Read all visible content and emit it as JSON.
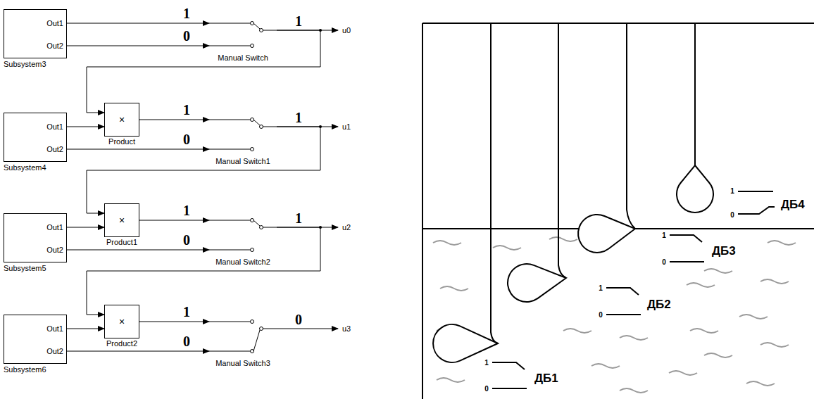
{
  "diagram": {
    "nodes": [
      {
        "text": [
          "Out1",
          "Out2",
          "Subsystem3"
        ]
      },
      {
        "text": [
          "Manual Switch"
        ]
      },
      {
        "text": [
          "Out1",
          "Out2",
          "Subsystem4"
        ]
      },
      {
        "text": [
          "×",
          "Product"
        ]
      },
      {
        "text": [
          "Manual Switch1"
        ]
      },
      {
        "text": [
          "Out1",
          "Out2",
          "Subsystem5"
        ]
      },
      {
        "text": [
          "×",
          "Product1"
        ]
      },
      {
        "text": [
          "Manual Switch2"
        ]
      },
      {
        "text": [
          "Out1",
          "Out2",
          "Subsystem6"
        ]
      },
      {
        "text": [
          "×",
          "Product2"
        ]
      },
      {
        "text": [
          "Manual Switch3"
        ]
      }
    ],
    "edges": [
      {
        "from": 0,
        "to": 1,
        "arrow": "to",
        "label": "1"
      },
      {
        "from": 0,
        "to": 1,
        "arrow": "to",
        "label": "0"
      },
      {
        "from": 1,
        "to": 3,
        "arrow": "to"
      },
      {
        "from": 2,
        "to": 3,
        "arrow": "to"
      },
      {
        "from": 3,
        "to": 4,
        "arrow": "to",
        "label": "1"
      },
      {
        "from": 2,
        "to": 4,
        "arrow": "to",
        "label": "0"
      },
      {
        "from": 4,
        "to": 6,
        "arrow": "to"
      },
      {
        "from": 5,
        "to": 6,
        "arrow": "to"
      },
      {
        "from": 6,
        "to": 7,
        "arrow": "to",
        "label": "1"
      },
      {
        "from": 5,
        "to": 7,
        "arrow": "to",
        "label": "0"
      },
      {
        "from": 7,
        "to": 9,
        "arrow": "to"
      },
      {
        "from": 8,
        "to": 9,
        "arrow": "to"
      },
      {
        "from": 9,
        "to": 10,
        "arrow": "to",
        "label": "1"
      },
      {
        "from": 8,
        "to": 10,
        "arrow": "to",
        "label": "0"
      }
    ],
    "labels": [
      "1",
      "u0",
      "1",
      "u1",
      "1",
      "u2",
      "0",
      "u3",
      "1",
      "ДБ4",
      "0",
      "1",
      "ДБ3",
      "0",
      "1",
      "ДБ2",
      "0",
      "1",
      "ДБ1",
      "0"
    ]
  }
}
